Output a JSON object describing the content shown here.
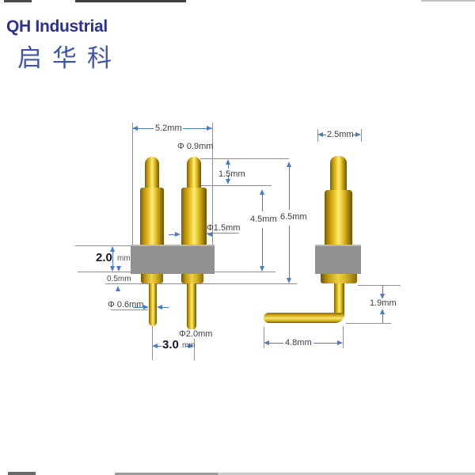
{
  "brand": {
    "company": "QH Industrial",
    "company_cn": "启华科"
  },
  "colors": {
    "logo_en": "#2b3190",
    "logo_cn": "#4056a8",
    "gold_mid": "#ecc425",
    "gold_highlight": "#fbee7d",
    "gold_dark": "#6b5406",
    "insulator_gray": "#909090",
    "dimension_blue": "#4a7cc6",
    "construction_gray": "#8f8f8f",
    "label_text": "#3d3d3d"
  },
  "drawing": {
    "left_view": {
      "name": "dual through-hole spring pogo pin, side view",
      "dims": {
        "body_width": "5.2mm",
        "plunger_dia": "Φ 0.9mm",
        "plunger_exposed": "1.5mm",
        "height_above_board": "4.5mm",
        "total_height": "6.5mm",
        "barrel_dia": "Φ1.5mm",
        "base_thickness_num": "2.0",
        "base_thickness_unit": "mm",
        "collar_height": "0.5mm",
        "tail_dia": "Φ 0.6mm",
        "collar_dia": "Φ2.0mm",
        "pitch_num": "3.0",
        "pitch_unit": "mm"
      }
    },
    "right_view": {
      "name": "single right-angle spring pogo pin, side view",
      "dims": {
        "body_width": "2.5mm",
        "bend_height": "1.9mm",
        "tail_length": "4.8mm"
      }
    }
  }
}
